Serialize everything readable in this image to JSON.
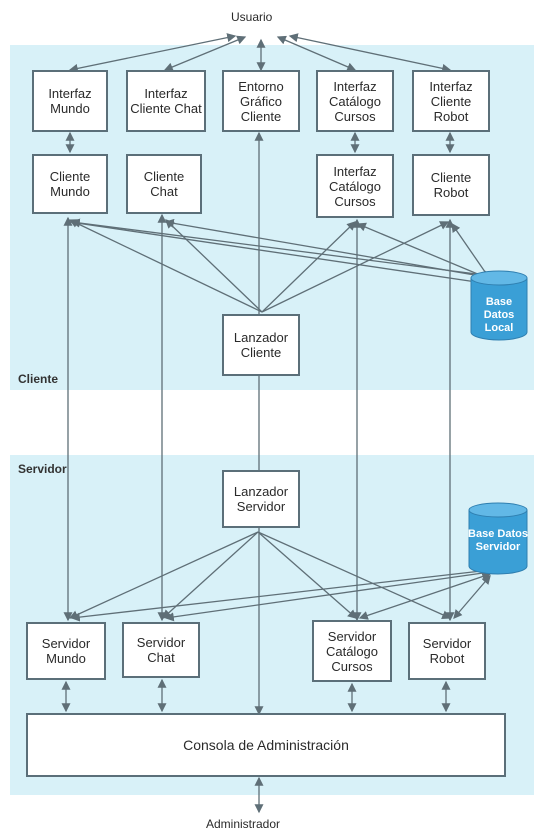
{
  "top_label": "Usuario",
  "bottom_label": "Administrador",
  "sections": {
    "client": "Cliente",
    "server": "Servidor"
  },
  "client": {
    "interfaces": [
      "Interfaz\nMundo",
      "Interfaz\nCliente Chat",
      "Entorno\nGráfico\nCliente",
      "Interfaz\nCatálogo\nCursos",
      "Interfaz\nCliente\nRobot"
    ],
    "clients": [
      "Cliente\nMundo",
      "Cliente\nChat",
      "Interfaz\nCatálogo\nCursos",
      "Cliente\nRobot"
    ],
    "launcher": "Lanzador\nCliente",
    "db": "Base Datos\nLocal"
  },
  "server": {
    "launcher": "Lanzador\nServidor",
    "db": "Base Datos\nServidor",
    "servers": [
      "Servidor\nMundo",
      "Servidor\nChat",
      "Servidor\nCatálogo\nCursos",
      "Servidor\nRobot"
    ],
    "console": "Consola de Administración"
  },
  "colors": {
    "panel": "#d8f1f8",
    "box_border": "#5b6f79",
    "line": "#5f6f77",
    "database": "#3a9fd6"
  }
}
